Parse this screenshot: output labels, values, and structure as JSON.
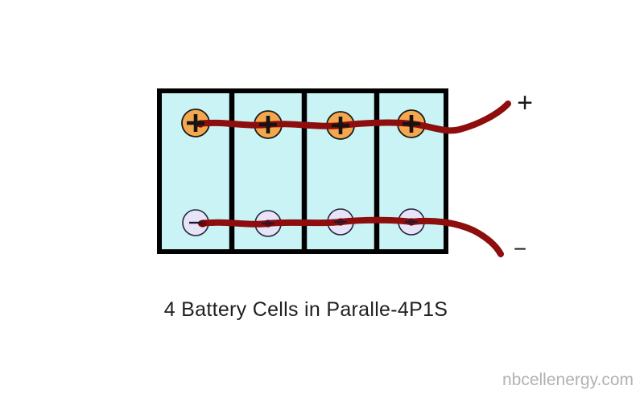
{
  "diagram": {
    "caption": "4 Battery Cells in Paralle-4P1S",
    "watermark": "nbcellenergy.com",
    "positive_label": "+",
    "negative_label": "−",
    "cell_count": "4",
    "colors": {
      "cell_fill": "#c9f3f5",
      "pack_border": "#000000",
      "positive_terminal_fill": "#f5a74d",
      "negative_terminal_fill": "#e7e4f8",
      "wire": "#8e0d0d",
      "wire_joint": "#6f0707",
      "label_text": "#1b1b1b",
      "caption_text": "#1f1f1f",
      "watermark_text": "#b2b2b2"
    }
  }
}
